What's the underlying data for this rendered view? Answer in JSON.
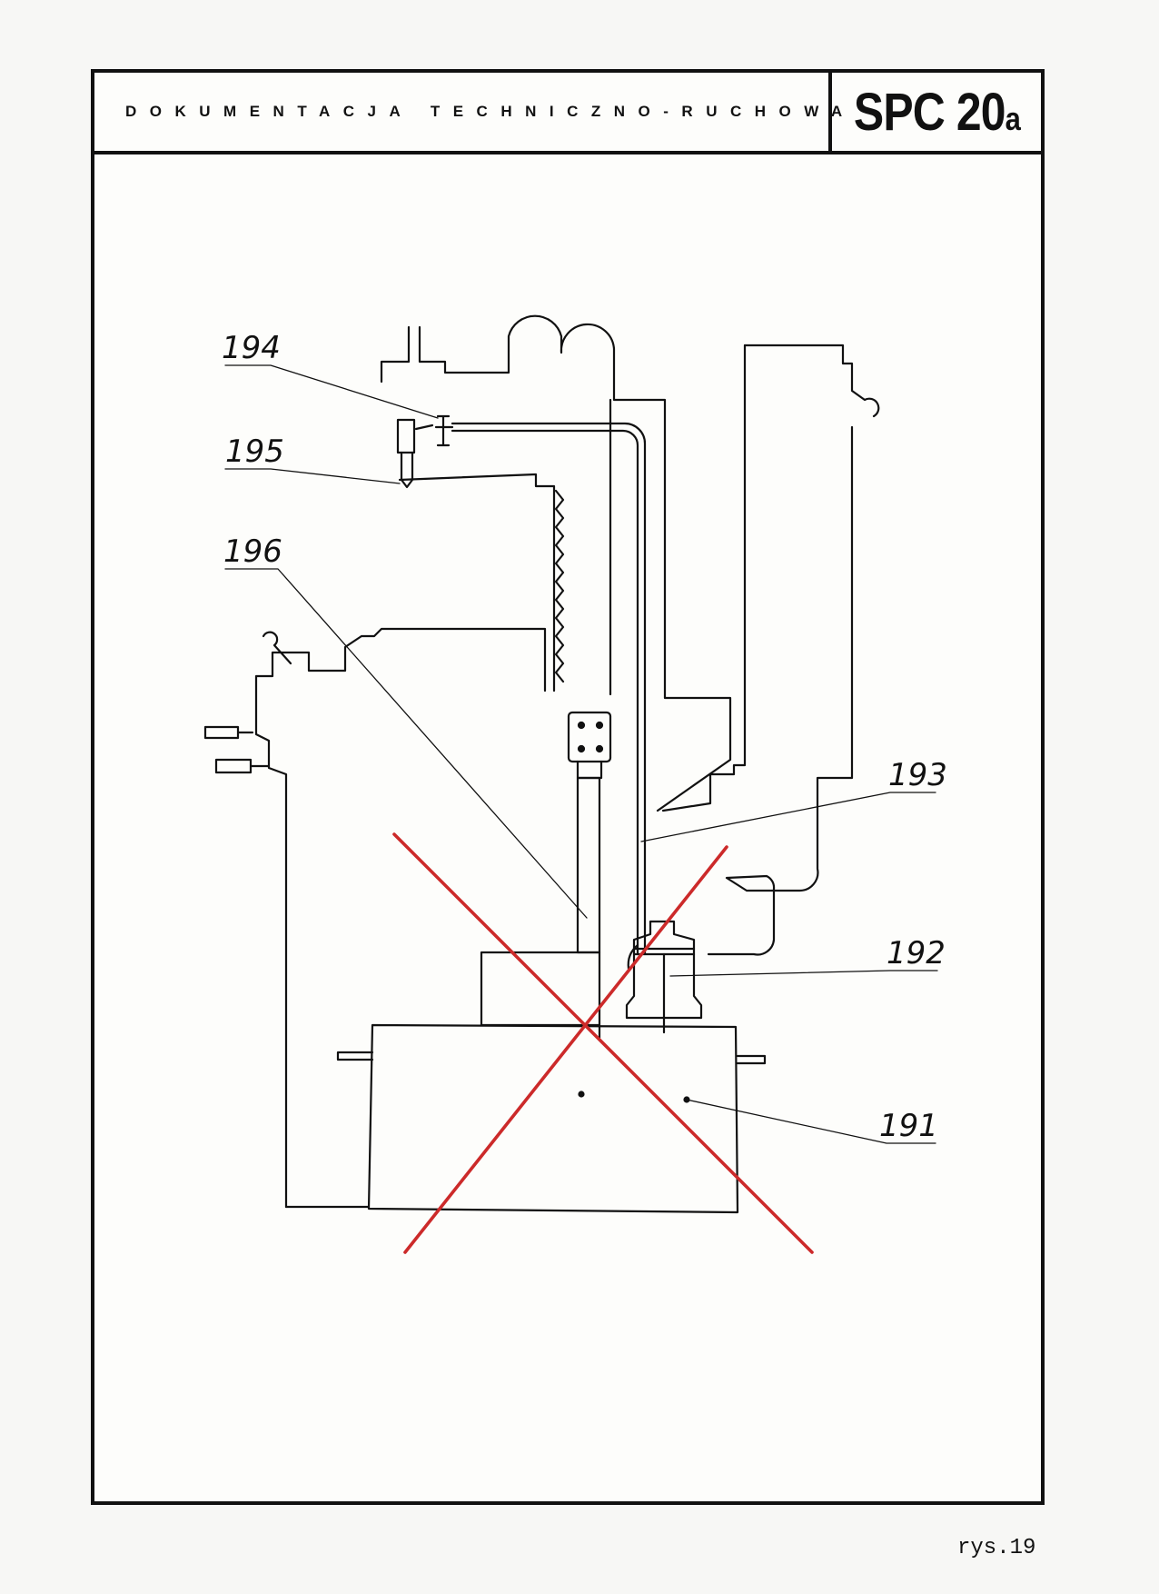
{
  "header": {
    "title": "DOKUMENTACJA   TECHNICZNO-RUCHOWA",
    "code_main": "SPC 20",
    "code_suffix": "a"
  },
  "callouts": [
    {
      "id": "c194",
      "label": "194"
    },
    {
      "id": "c195",
      "label": "195"
    },
    {
      "id": "c196",
      "label": "196"
    },
    {
      "id": "c193",
      "label": "193"
    },
    {
      "id": "c192",
      "label": "192"
    },
    {
      "id": "c191",
      "label": "191"
    }
  ],
  "figure": {
    "label": "rys.19"
  },
  "colors": {
    "ink": "#111111",
    "cross_out": "#cc2a2a"
  }
}
